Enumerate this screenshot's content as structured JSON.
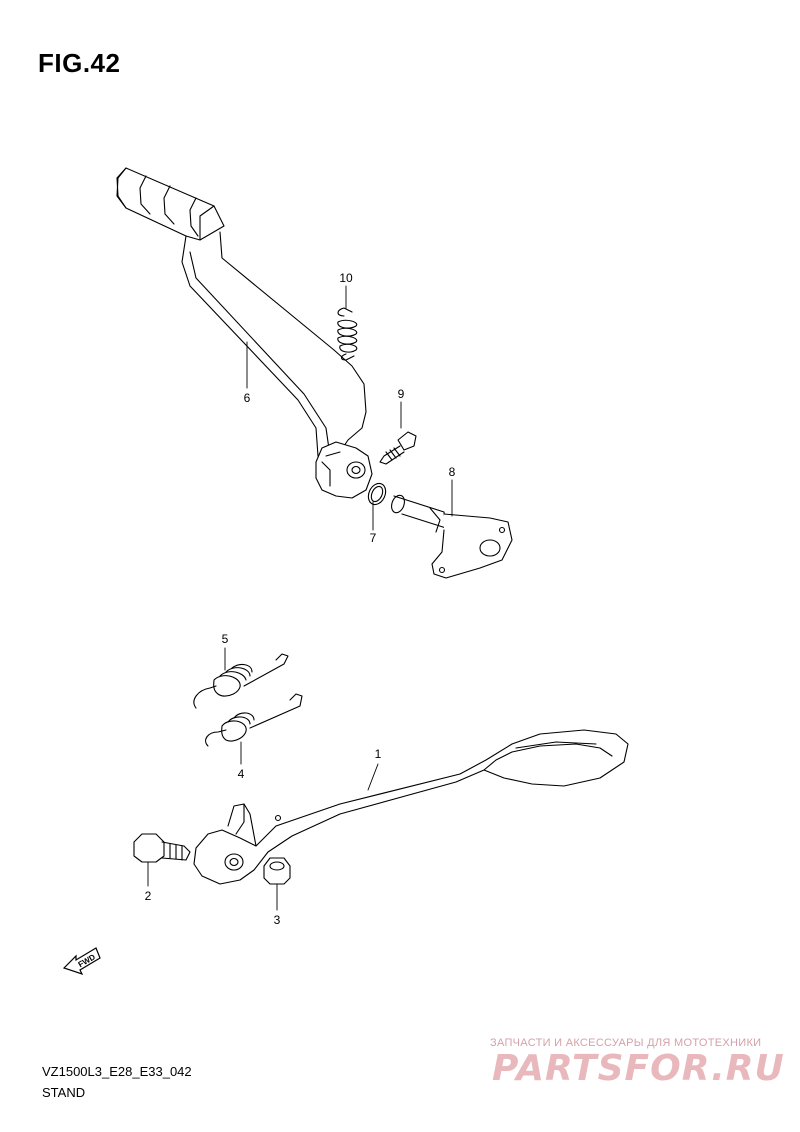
{
  "figure": {
    "title": "FIG.42"
  },
  "callouts": [
    "1",
    "2",
    "3",
    "4",
    "5",
    "6",
    "7",
    "8",
    "9",
    "10"
  ],
  "fwd_arrow": {
    "label": "FWD"
  },
  "footer": {
    "code": "VZ1500L3_E28_E33_042",
    "name": "STAND"
  },
  "watermark": {
    "tagline": "ЗАПЧАСТИ И АКСЕССУАРЫ ДЛЯ МОТОТЕХНИКИ",
    "logo_text": "PARTSFOR.RU",
    "color": "#e8b8bc"
  }
}
